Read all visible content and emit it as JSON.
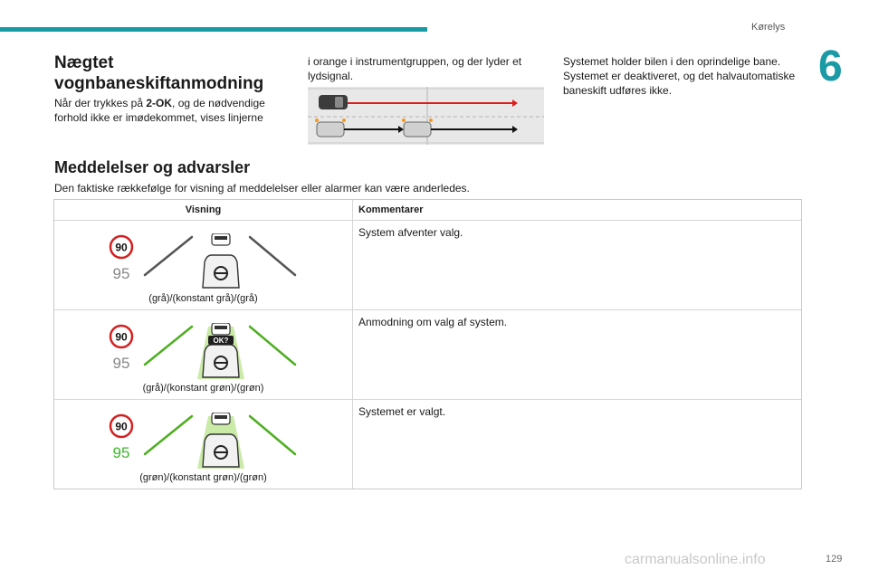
{
  "header": {
    "section": "Kørelys",
    "chapter": "6"
  },
  "heading1": "Nægtet vognbaneskiftanmodning",
  "paragraph_left": {
    "before": "Når der trykkes på ",
    "bold": "2-OK",
    "after": ", og de nødvendige forhold ikke er imødekommet, vises linjerne"
  },
  "paragraph_mid": "i orange i instrumentgruppen, og der lyder et lydsignal.",
  "paragraph_right": "Systemet holder bilen i den oprindelige bane. Systemet er deaktiveret, og det halvautomatiske baneskift udføres ikke.",
  "heading2": "Meddelelser og advarsler",
  "intro": "Den faktiske rækkefølge for visning af meddelelser eller alarmer kan være anderledes.",
  "table": {
    "col_display": "Visning",
    "col_comment": "Kommentarer",
    "rows": [
      {
        "speed_top": "90",
        "speed_bottom": "95",
        "ok_label": "",
        "caption": "(grå)/(konstant grå)/(grå)",
        "comment": "System afventer valg.",
        "colors": {
          "lines": "#555555",
          "car": "#777777",
          "speed_bottom": "#888888"
        }
      },
      {
        "speed_top": "90",
        "speed_bottom": "95",
        "ok_label": "OK?",
        "caption": "(grå)/(konstant grøn)/(grøn)",
        "comment": "Anmodning om valg af system.",
        "colors": {
          "lines": "#4caf1f",
          "car": "#4caf1f",
          "speed_bottom": "#888888"
        }
      },
      {
        "speed_top": "90",
        "speed_bottom": "95",
        "ok_label": "",
        "caption": "(grøn)/(konstant grøn)/(grøn)",
        "comment": "Systemet er valgt.",
        "colors": {
          "lines": "#4caf1f",
          "car": "#4caf1f",
          "speed_bottom": "#3db82a"
        }
      }
    ]
  },
  "page_number": "129",
  "watermark": "carmanualsonline.info"
}
